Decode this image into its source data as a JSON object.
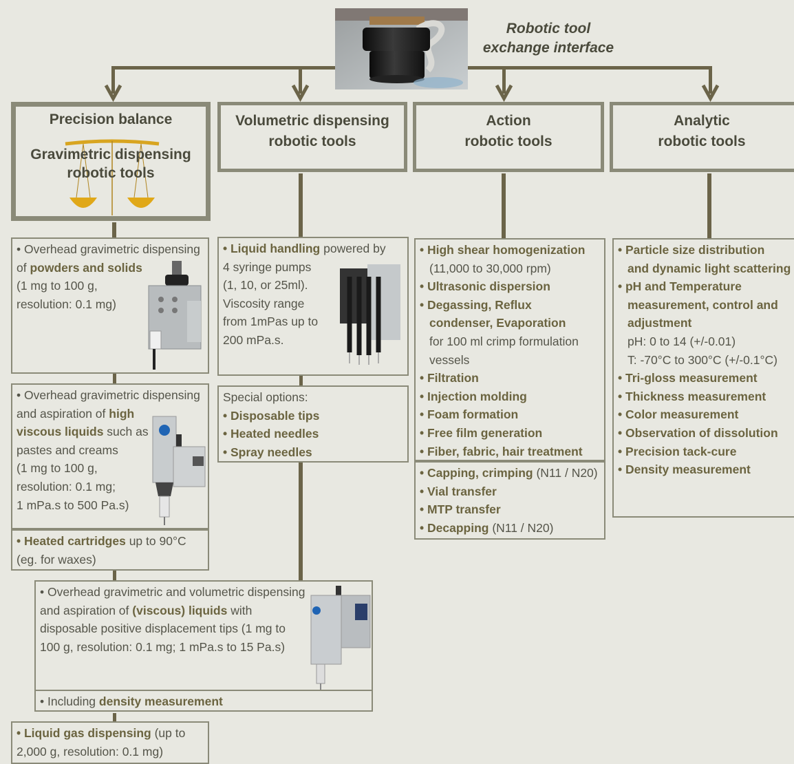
{
  "interface_label": [
    "Robotic tool",
    "exchange interface"
  ],
  "headers": {
    "precision": {
      "title": "Precision balance",
      "sub": [
        "Gravimetric dispensing",
        "robotic tools"
      ]
    },
    "volumetric": {
      "lines": [
        "Volumetric dispensing",
        "robotic tools"
      ]
    },
    "action": {
      "lines": [
        "Action",
        "robotic tools"
      ]
    },
    "analytic": {
      "lines": [
        "Analytic",
        "robotic tools"
      ]
    }
  },
  "grav1": {
    "a": "• Overhead gravimetric dispensing",
    "b_pre": "of ",
    "b_bold": "powders and solids",
    "c": "(1 mg to 100 g,",
    "d": "resolution: 0.1 mg)"
  },
  "grav2": {
    "a": "• Overhead gravimetric dispensing",
    "b_pre": "and aspiration of ",
    "b_bold": "high",
    "c_bold": "viscous liquids",
    "c_post": " such as",
    "d": "pastes and creams",
    "e": "(1 mg to 100 g,",
    "f": "resolution: 0.1 mg;",
    "g": "1 mPa.s to 500 Pa.s)"
  },
  "grav3": {
    "a_bold": "• Heated cartridges",
    "a_post": " up to 90°C",
    "b": "(eg. for waxes)"
  },
  "grav4": {
    "a": "• Overhead gravimetric and volumetric dispensing",
    "b_pre": "and aspiration of ",
    "b_bold": "(viscous) liquids",
    "b_post": " with",
    "c": "disposable positive displacement tips (1 mg to",
    "d": "100 g, resolution: 0.1 mg; 1 mPa.s to 15 Pa.s)",
    "e_pre": "• Including ",
    "e_bold": "density measurement"
  },
  "grav5": {
    "a_bold": "• Liquid gas dispensing",
    "a_post": " (up to",
    "b": "2,000 g,  resolution: 0.1 mg)"
  },
  "vol1": {
    "a_bold": "• Liquid handling",
    "a_post": " powered by",
    "b": "4 syringe pumps",
    "c": "(1, 10, or 25ml).",
    "d": "Viscosity range",
    "e": "from 1mPas up to",
    "f": "200 mPa.s."
  },
  "vol2": {
    "title": "Special options:",
    "items": [
      "• Disposable tips",
      "• Heated needles",
      "• Spray needles"
    ]
  },
  "action1": {
    "a": "• High shear homogenization",
    "b": "(11,000 to 30,000 rpm)",
    "c": "• Ultrasonic dispersion",
    "d": "• Degassing, Reflux",
    "e": "condenser, Evaporation",
    "f": "for 100 ml crimp formulation",
    "g": "vessels",
    "h": "• Filtration",
    "i": "• Injection molding",
    "j": "• Foam formation",
    "k": "• Free film generation",
    "l": "• Fiber, fabric, hair treatment"
  },
  "action2": {
    "a_bold": "• Capping, crimping",
    "a_post": " (N11 / N20)",
    "b": "• Vial transfer",
    "c": "• MTP transfer",
    "d_bold": "• Decapping",
    "d_post": " (N11 / N20)"
  },
  "analytic1": {
    "a": "• Particle size distribution",
    "b": "and dynamic light scattering",
    "c": "• pH and Temperature",
    "d": "measurement, control and",
    "e": "adjustment",
    "f": "pH: 0 to 14 (+/-0.01)",
    "g": "T: -70°C  to 300°C (+/-0.1°C)",
    "h": "• Tri-gloss measurement",
    "i": "• Thickness measurement",
    "j": "• Color measurement",
    "k": "• Observation of dissolution",
    "l": "• Precision tack-cure",
    "m": "• Density measurement"
  }
}
